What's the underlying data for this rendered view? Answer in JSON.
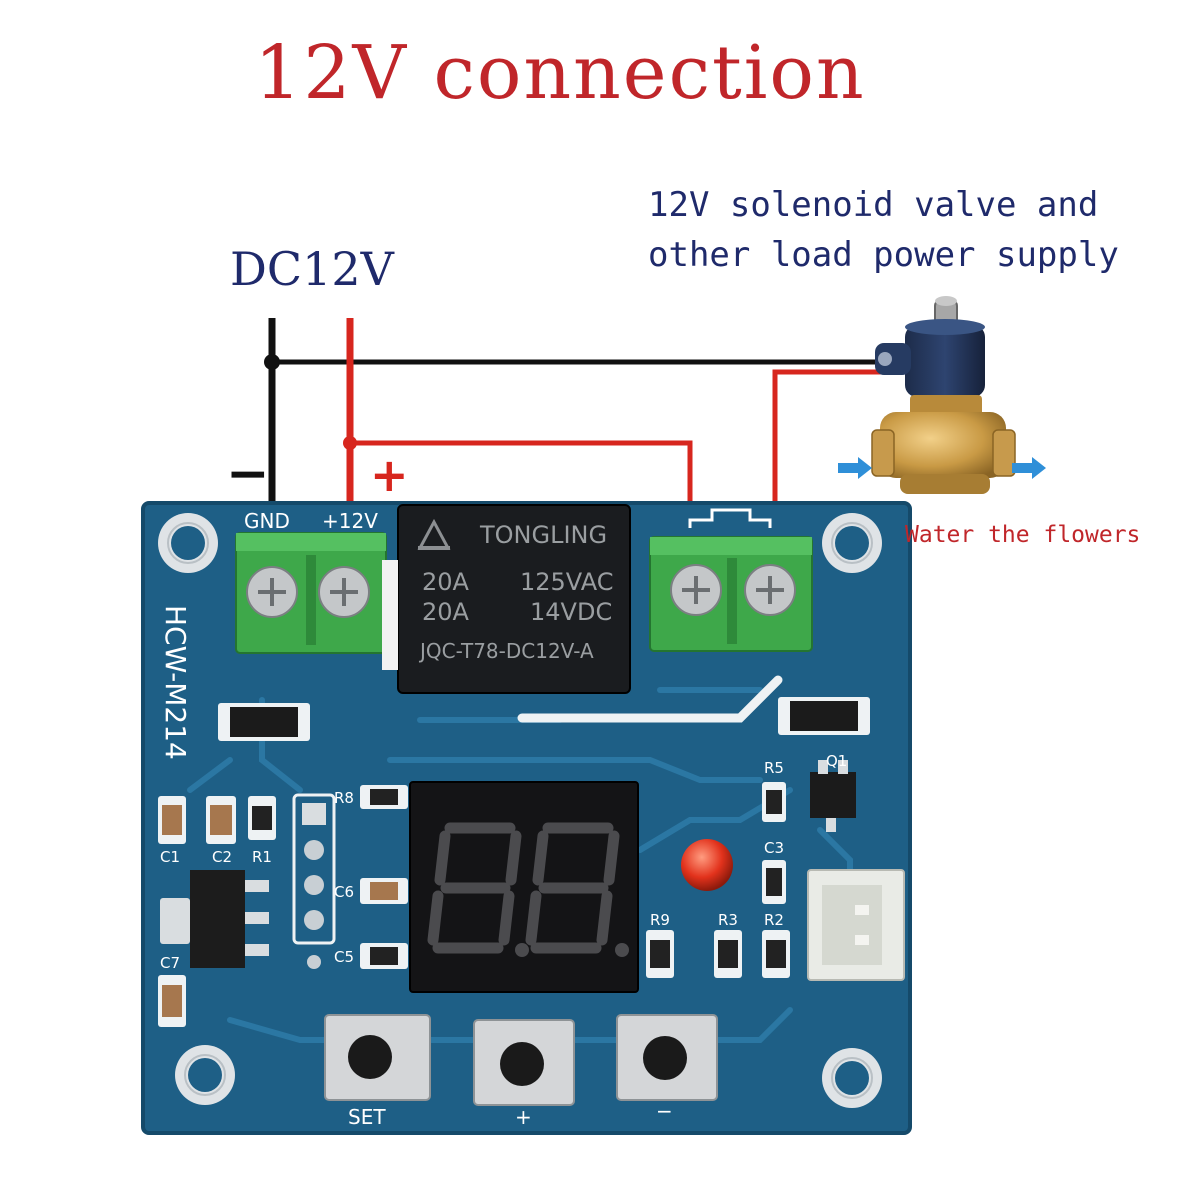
{
  "title": "12V connection",
  "supply_label": "DC12V",
  "load_label": {
    "line1": "12V solenoid valve and",
    "line2": "other load power supply"
  },
  "polarity": {
    "negative": "−",
    "positive": "+"
  },
  "valve_caption": "Water the flowers",
  "board": {
    "model": "HCW-M214",
    "terminal_labels": {
      "gnd": "GND",
      "vplus": "+12V"
    },
    "relay": {
      "brand": "TONGLING",
      "rating_ac_current": "20A",
      "rating_ac_voltage": "125VAC",
      "rating_dc_current": "20A",
      "rating_dc_voltage": "14VDC",
      "part": "JQC-T78-DC12V-A"
    },
    "components": {
      "c1": "C1",
      "c2": "C2",
      "r1": "R1",
      "c7": "C7",
      "r8": "R8",
      "c6": "C6",
      "c5": "C5",
      "r5": "R5",
      "q1": "Q1",
      "c3": "C3",
      "r9": "R9",
      "r3": "R3",
      "r2": "R2"
    },
    "buttons": {
      "set": "SET",
      "plus": "+",
      "minus": "−"
    }
  },
  "colors": {
    "title": "#c0262a",
    "label_blue": "#1f2a6b",
    "wire_black": "#111111",
    "wire_red": "#d7261e",
    "pcb": "#1e5f86",
    "terminal": "#3ea84a",
    "flow_arrow": "#2f8fd8"
  }
}
